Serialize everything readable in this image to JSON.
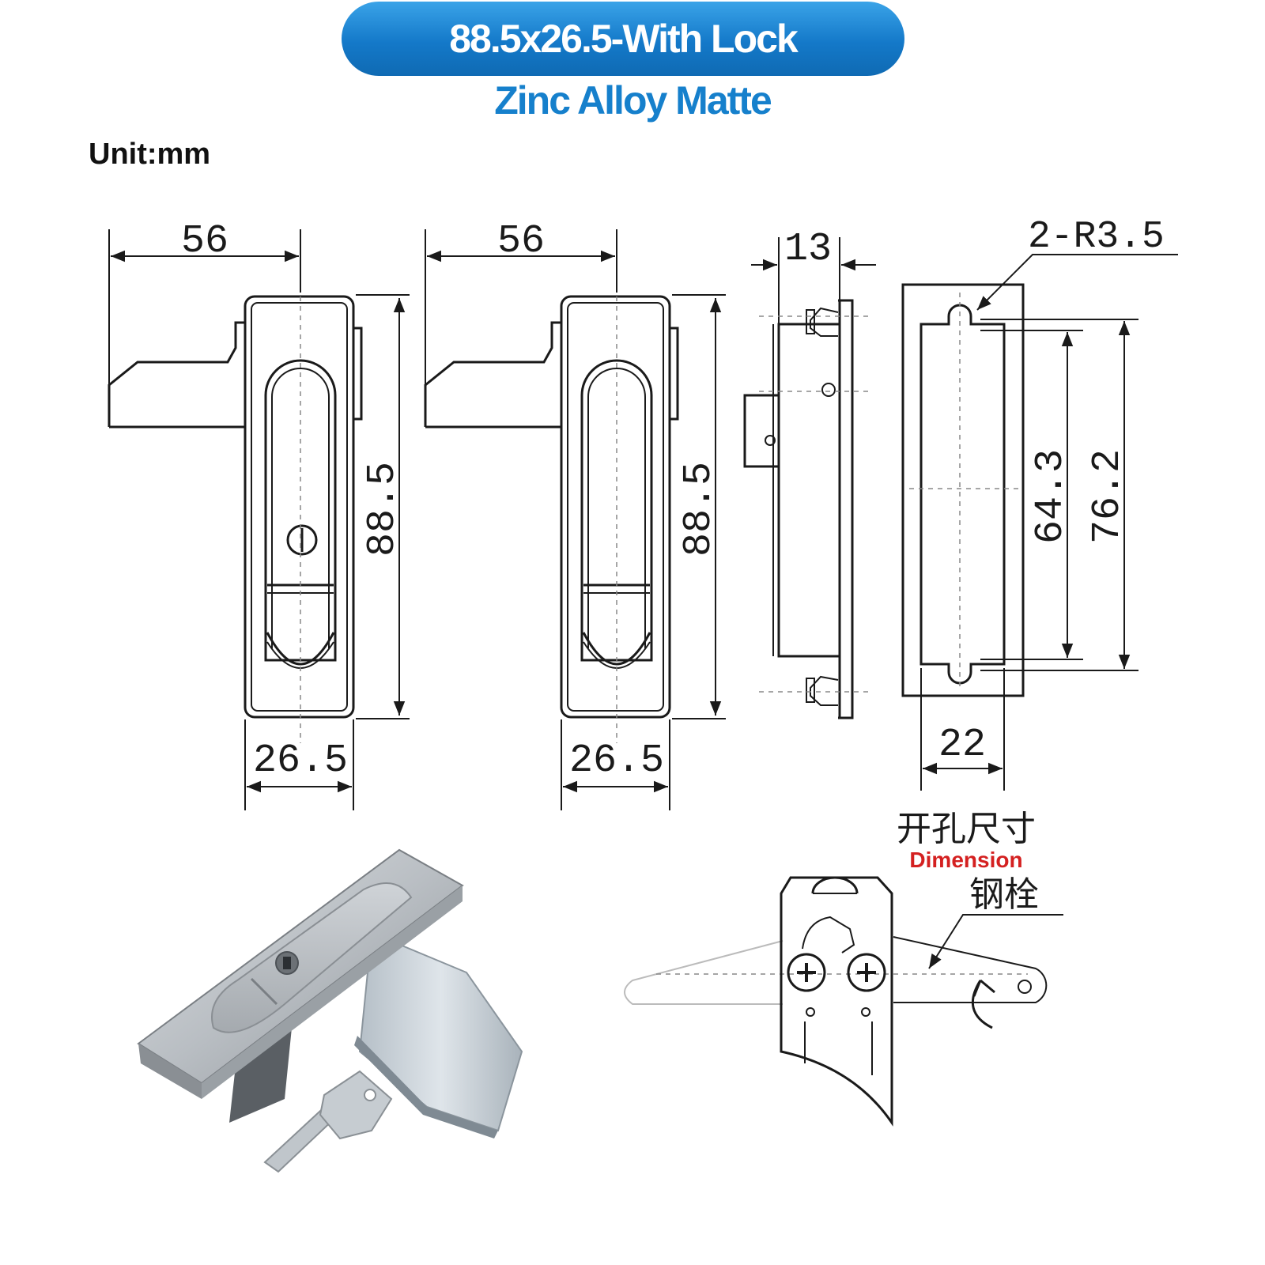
{
  "header": {
    "title": "88.5x26.5-With Lock",
    "subtitle": "Zinc Alloy Matte",
    "unit_label": "Unit:mm"
  },
  "dimensions": {
    "view1_width": "56",
    "view1_height": "88.5",
    "view1_face_width": "26.5",
    "view2_width": "56",
    "view2_height": "88.5",
    "view2_face_width": "26.5",
    "side_depth": "13",
    "radius_note": "2-R3.5",
    "cutout_inner_height": "64.3",
    "cutout_outer_height": "76.2",
    "cutout_width": "22"
  },
  "labels": {
    "cutout_cn": "开孔尺寸",
    "cutout_en": "Dimension",
    "steel_bolt_cn": "钢栓"
  },
  "colors": {
    "banner_blue": "#1479c9",
    "subtitle_blue": "#1680cc",
    "dimension_red": "#d42020",
    "line": "#1a1a1a"
  }
}
